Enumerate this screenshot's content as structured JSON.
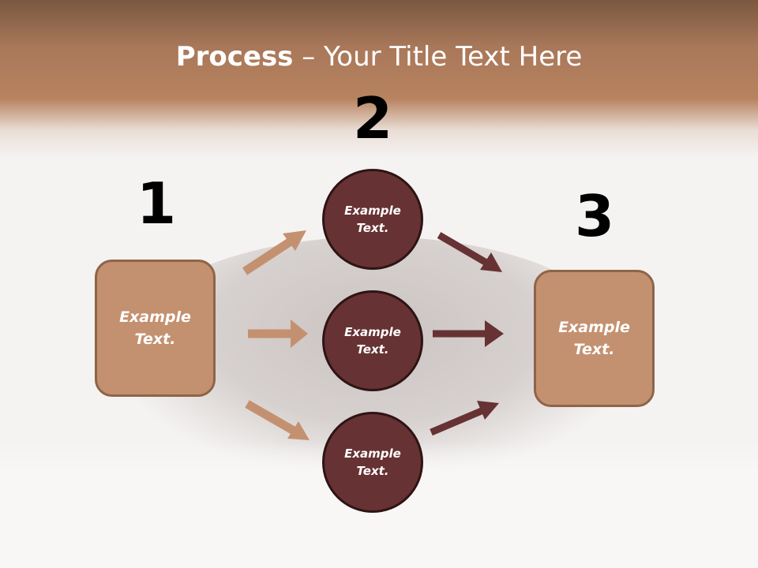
{
  "title": {
    "bold": "Process",
    "rest": " – Your Title Text Here"
  },
  "steps": {
    "one": "1",
    "two": "2",
    "three": "3"
  },
  "left_box": {
    "line1": "Example",
    "line2": "Text."
  },
  "right_box": {
    "line1": "Example",
    "line2": "Text."
  },
  "circles": [
    {
      "line1": "Example",
      "line2": "Text."
    },
    {
      "line1": "Example",
      "line2": "Text."
    },
    {
      "line1": "Example",
      "line2": "Text."
    }
  ],
  "colors": {
    "tan": "#c49170",
    "maroon": "#673233",
    "header": "#b7835f"
  }
}
